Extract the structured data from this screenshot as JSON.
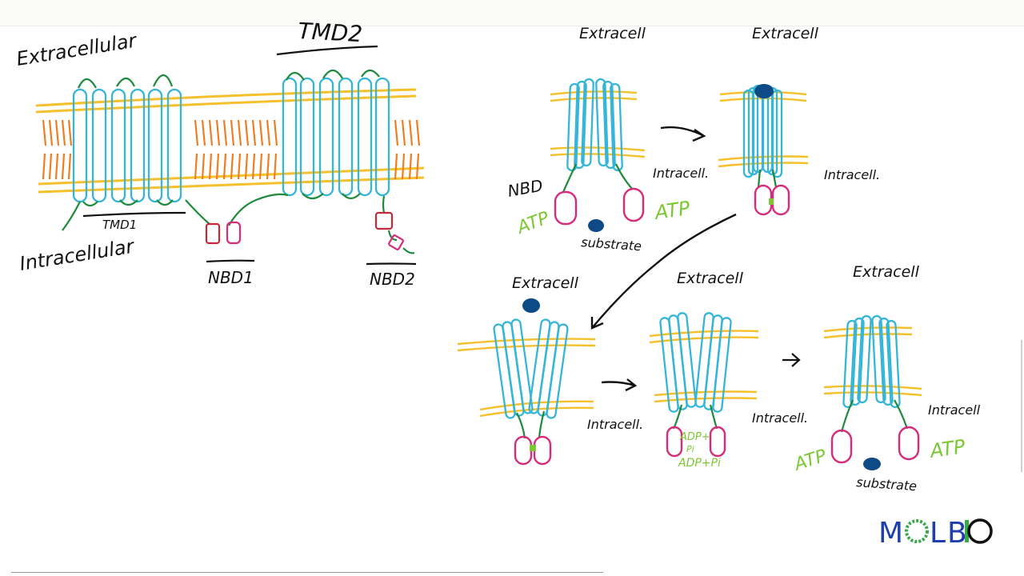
{
  "colors": {
    "membrane_yellow": "#f5c02c",
    "lipid_orange": "#ef7d22",
    "helix_blue": "#35b5d8",
    "loop_green": "#1e8a3c",
    "nbd_magenta": "#d62c7c",
    "nbd_red": "#c9283a",
    "substrate_navy": "#0d4a86",
    "atp_green": "#7cc832",
    "ink": "#111111",
    "molbio_blue": "#1f3fae",
    "molbio_green": "#3aa84a"
  },
  "left_panel": {
    "title_tmd2": "TMD2",
    "label_extracellular": "Extracellular",
    "label_intracellular": "Intracellular",
    "label_tmd1": "TMD1",
    "label_nbd1": "NBD1",
    "label_nbd2": "NBD2"
  },
  "steps": {
    "s1": {
      "top": "Extracell",
      "bottom": "Intracell.",
      "nbd": "NBD",
      "atp_left": "ATP",
      "atp_right": "ATP",
      "substrate": "substrate"
    },
    "s2": {
      "top": "Extracell",
      "bottom": "Intracell."
    },
    "s3": {
      "top": "Extracell",
      "bottom": "Intracell."
    },
    "s4": {
      "top": "Extracell",
      "bottom": "Intracell.",
      "adp_top": "ADP+",
      "adp_mid": "Pi",
      "adp_bottom": "ADP+Pi"
    },
    "s5": {
      "top": "Extracell",
      "bottom": "Intracell",
      "atp_left": "ATP",
      "atp_right": "ATP",
      "substrate": "substrate"
    }
  },
  "logo": {
    "text_left": "M",
    "text_mid1": "L",
    "text_mid2": "B",
    "text_right": "O"
  }
}
